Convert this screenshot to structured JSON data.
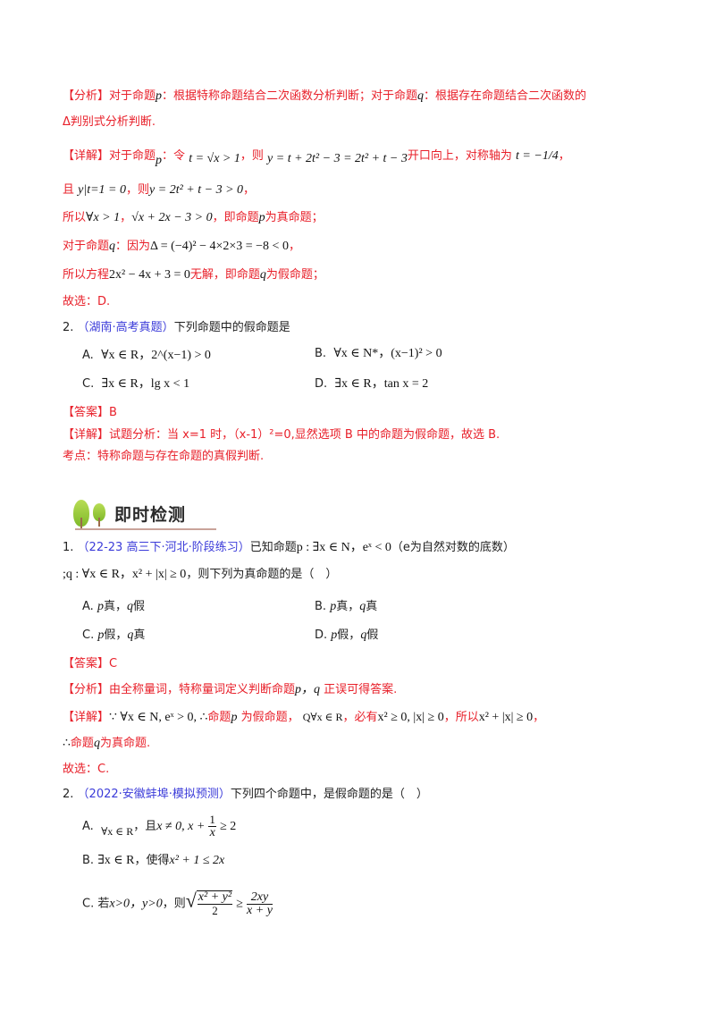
{
  "prev_solution": {
    "analysis_tag": "【分析】",
    "analysis_text_1": "对于命题",
    "p": "p",
    "analysis_text_2": "：根据特称命题结合二次函数分析判断；对于命题",
    "q": "q",
    "analysis_text_3": "：根据存在命题结合二次函数的",
    "analysis_line2": "Δ判别式分析判断.",
    "detail_tag": "【详解】",
    "detail_text_1": "对于命题",
    "detail_text_2": "：令",
    "detail_math_1": "t = √x > 1",
    "detail_text_3": "，则",
    "detail_math_2": "y = t + 2t² − 3 = 2t² + t − 3",
    "detail_text_4": "开口向上，对称轴为",
    "detail_math_3": "t = −1/4",
    "line3_text_1": "且",
    "line3_math_1": "y|t=1 = 0",
    "line3_text_2": "，则",
    "line3_math_2": "y = 2t² + t − 3 > 0",
    "line3_text_3": "，",
    "line4_text_1": "所以",
    "line4_math_1": "∀x > 1",
    "line4_math_2": "√x + 2x − 3 > 0",
    "line4_text_2": "，即命题",
    "line4_text_3": "为真命题；",
    "line5_text_1": "对于命题",
    "line5_text_2": "：因为",
    "line5_math": "Δ = (−4)² − 4×2×3 = −8 < 0",
    "line5_text_3": "，",
    "line6_text_1": "所以方程",
    "line6_math": "2x² − 4x + 3 = 0",
    "line6_text_2": "无解，即命题",
    "line6_text_3": "为假命题；",
    "line7": "故选：D."
  },
  "q2": {
    "number": "2.",
    "source": "（湖南·高考真题）",
    "stem": "下列命题中的假命题是",
    "options": [
      {
        "label": "A.",
        "math": "∀x ∈ R，2^(x−1) > 0"
      },
      {
        "label": "B.",
        "math": "∀x ∈ N*，(x−1)² > 0"
      },
      {
        "label": "C.",
        "math": "∃x ∈ R，lg x < 1"
      },
      {
        "label": "D.",
        "math": "∃x ∈ R，tan x = 2"
      }
    ],
    "answer_tag": "【答案】",
    "answer": "B",
    "detail_tag": "【详解】",
    "detail": "试题分析：当 x=1 时，（x-1）²=0,显然选项 B 中的命题为假命题，故选 B.",
    "kaodian": "考点：特称命题与存在命题的真假判断."
  },
  "section": {
    "title": "即时检测"
  },
  "c1": {
    "number": "1.",
    "source": "（22-23 高三下·河北·阶段练习）",
    "stem_1": "已知命题",
    "stem_math_1": "p : ∃x ∈ N，eˣ < 0",
    "stem_2": "（e为自然对数的底数）",
    "stem_math_2": ";q : ∀x ∈ R，x² + |x| ≥ 0",
    "stem_3": "，则下列为真命题的是（　）",
    "options": [
      {
        "label": "A.",
        "p": "p",
        "pv": "真，",
        "q": "q",
        "qv": "假"
      },
      {
        "label": "B.",
        "p": "p",
        "pv": "真，",
        "q": "q",
        "qv": "真"
      },
      {
        "label": "C.",
        "p": "p",
        "pv": "假，",
        "q": "q",
        "qv": "真"
      },
      {
        "label": "D.",
        "p": "p",
        "pv": "假，",
        "q": "q",
        "qv": "假"
      }
    ],
    "answer_tag": "【答案】",
    "answer": "C",
    "analysis_tag": "【分析】",
    "analysis_1": "由全称量词，特称量词定义判断命题",
    "analysis_math": "p，q",
    "analysis_2": "正误可得答案.",
    "detail_tag": "【详解】",
    "detail_math_1": "∵ ∀x ∈ N, eˣ > 0, ∴",
    "detail_1": "命题",
    "detail_2": "为假命题，",
    "detail_math_2": "Q∀x ∈ R",
    "detail_3": "，必有",
    "detail_math_3": "x² ≥ 0, |x| ≥ 0",
    "detail_4": "，所以",
    "detail_math_4": "x² + |x| ≥ 0",
    "detail_5": "，",
    "line2_math": "∴",
    "line2_1": "命题",
    "line2_2": "为真命题.",
    "choose": "故选：C."
  },
  "c2": {
    "number": "2.",
    "source": "（2022·安徽蚌埠·模拟预测）",
    "stem": "下列四个命题中，是假命题的是（　）",
    "optA_label": "A.",
    "optA_math_1": "∀x ∈ R",
    "optA_text": "，且",
    "optA_math_2": "x ≠ 0, x +",
    "optA_frac_num": "1",
    "optA_frac_den": "x",
    "optA_math_3": "≥ 2",
    "optB_label": "B.",
    "optB_math_1": "∃x ∈ R",
    "optB_text": "，使得",
    "optB_math_2": "x² + 1 ≤ 2x",
    "optC_label": "C.",
    "optC_text_1": "若",
    "optC_math_1": "x>0，y>0",
    "optC_text_2": "，则",
    "optC_sqrt_num": "x² + y²",
    "optC_sqrt_den": "2",
    "optC_ge": "≥",
    "optC_frac_num": "2xy",
    "optC_frac_den": "x + y"
  }
}
